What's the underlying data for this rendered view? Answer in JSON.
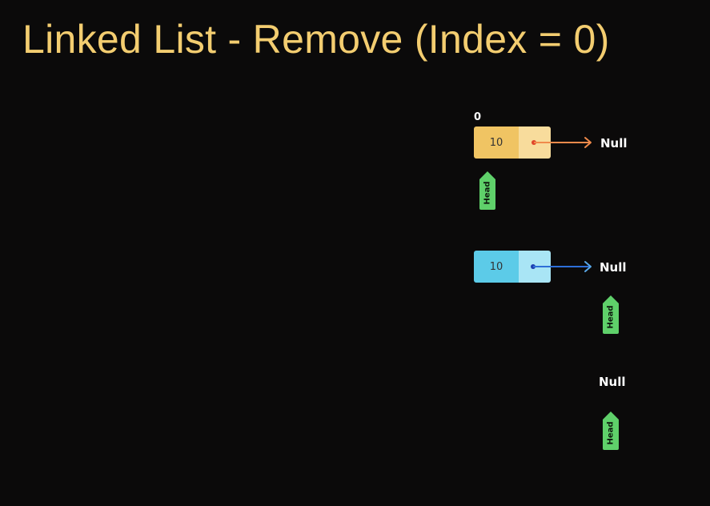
{
  "title": "Linked List - Remove (Index = 0)",
  "colors": {
    "title": "#f3cd70",
    "node_yellow_value": "#f0c463",
    "node_yellow_pointer": "#f8dc9c",
    "node_blue_value": "#5ccbe8",
    "node_blue_pointer": "#a9e5f5",
    "arrow_orange": "#f08a4b",
    "arrow_blue": "#2e6fd8",
    "head_tag": "#5fd06a",
    "background": "#0b0a0a"
  },
  "steps": [
    {
      "index_label": "0",
      "node_value": "10",
      "null_label": "Null",
      "head_label": "Head"
    },
    {
      "node_value": "10",
      "null_label": "Null",
      "head_label": "Head"
    },
    {
      "null_label": "Null",
      "head_label": "Head"
    }
  ]
}
